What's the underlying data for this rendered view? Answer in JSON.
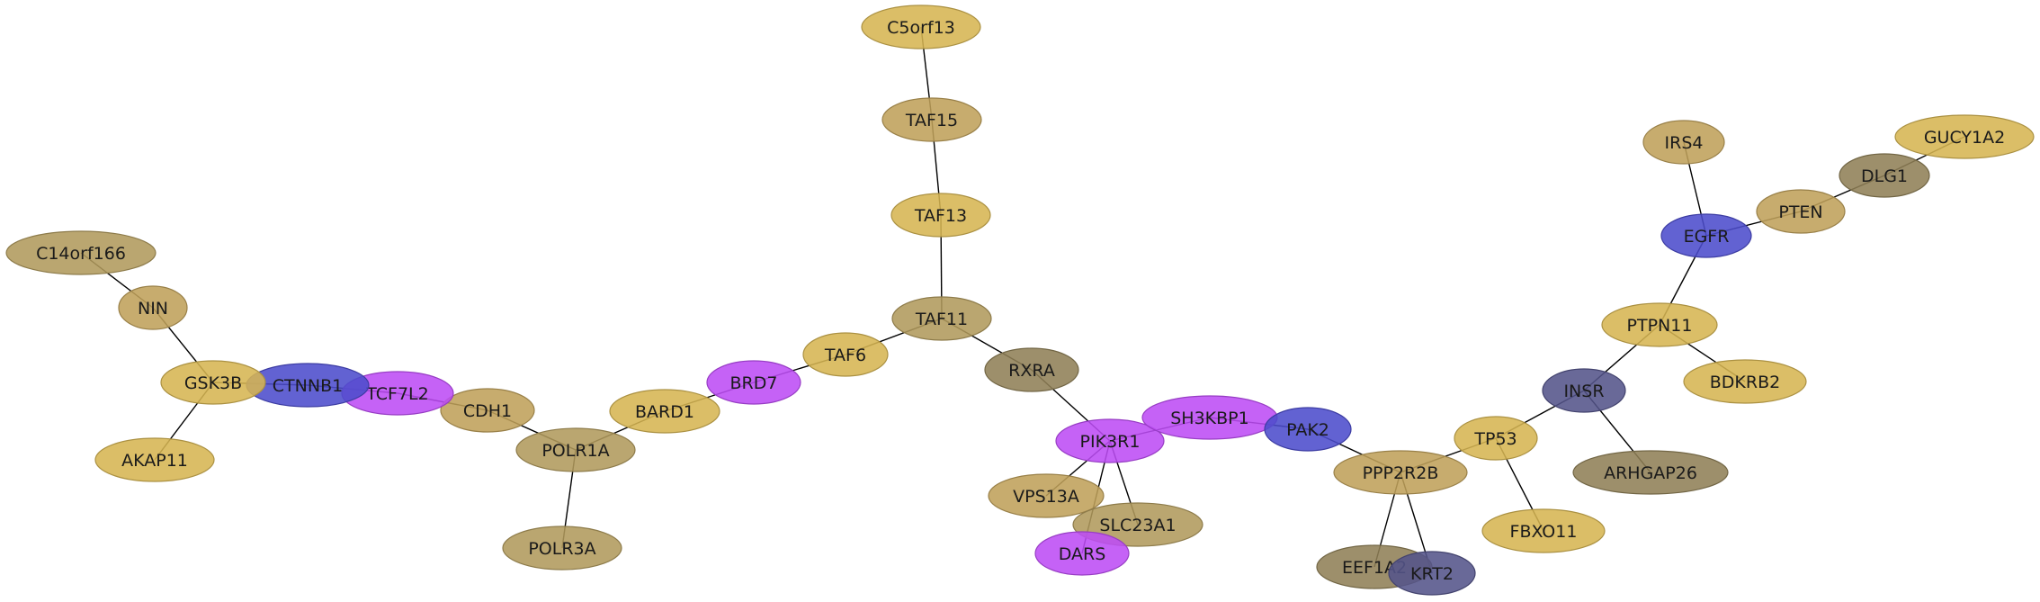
{
  "diagram": {
    "type": "network",
    "colors": {
      "gold": "#d6b552",
      "tan": "#bfa05a",
      "khaki": "#b09a5c",
      "olive": "#8f7f56",
      "blue": "#4c4ccc",
      "slate": "#54548a",
      "purple": "#bd4cf5"
    },
    "nodes": [
      {
        "id": "C5orf13",
        "label": "C5orf13",
        "color": "gold"
      },
      {
        "id": "TAF15",
        "label": "TAF15",
        "color": "tan"
      },
      {
        "id": "TAF13",
        "label": "TAF13",
        "color": "gold"
      },
      {
        "id": "TAF11",
        "label": "TAF11",
        "color": "khaki"
      },
      {
        "id": "TAF6",
        "label": "TAF6",
        "color": "gold"
      },
      {
        "id": "BRD7",
        "label": "BRD7",
        "color": "purple"
      },
      {
        "id": "BARD1",
        "label": "BARD1",
        "color": "gold"
      },
      {
        "id": "POLR1A",
        "label": "POLR1A",
        "color": "khaki"
      },
      {
        "id": "POLR3A",
        "label": "POLR3A",
        "color": "khaki"
      },
      {
        "id": "CDH1",
        "label": "CDH1",
        "color": "tan"
      },
      {
        "id": "TCF7L2",
        "label": "TCF7L2",
        "color": "purple"
      },
      {
        "id": "CTNNB1",
        "label": "CTNNB1",
        "color": "blue"
      },
      {
        "id": "GSK3B",
        "label": "GSK3B",
        "color": "gold"
      },
      {
        "id": "AKAP11",
        "label": "AKAP11",
        "color": "gold"
      },
      {
        "id": "NIN",
        "label": "NIN",
        "color": "tan"
      },
      {
        "id": "C14orf166",
        "label": "C14orf166",
        "color": "khaki"
      },
      {
        "id": "RXRA",
        "label": "RXRA",
        "color": "olive"
      },
      {
        "id": "PIK3R1",
        "label": "PIK3R1",
        "color": "purple"
      },
      {
        "id": "VPS13A",
        "label": "VPS13A",
        "color": "tan"
      },
      {
        "id": "SLC23A1",
        "label": "SLC23A1",
        "color": "khaki"
      },
      {
        "id": "DARS",
        "label": "DARS",
        "color": "purple"
      },
      {
        "id": "SH3KBP1",
        "label": "SH3KBP1",
        "color": "purple"
      },
      {
        "id": "PAK2",
        "label": "PAK2",
        "color": "blue"
      },
      {
        "id": "PPP2R2B",
        "label": "PPP2R2B",
        "color": "tan"
      },
      {
        "id": "EEF1A2",
        "label": "EEF1A2",
        "color": "olive"
      },
      {
        "id": "KRT2",
        "label": "KRT2",
        "color": "slate"
      },
      {
        "id": "TP53",
        "label": "TP53",
        "color": "gold"
      },
      {
        "id": "FBXO11",
        "label": "FBXO11",
        "color": "gold"
      },
      {
        "id": "INSR",
        "label": "INSR",
        "color": "slate"
      },
      {
        "id": "ARHGAP26",
        "label": "ARHGAP26",
        "color": "olive"
      },
      {
        "id": "PTPN11",
        "label": "PTPN11",
        "color": "gold"
      },
      {
        "id": "BDKRB2",
        "label": "BDKRB2",
        "color": "gold"
      },
      {
        "id": "EGFR",
        "label": "EGFR",
        "color": "blue"
      },
      {
        "id": "IRS4",
        "label": "IRS4",
        "color": "tan"
      },
      {
        "id": "PTEN",
        "label": "PTEN",
        "color": "tan"
      },
      {
        "id": "DLG1",
        "label": "DLG1",
        "color": "olive"
      },
      {
        "id": "GUCY1A2",
        "label": "GUCY1A2",
        "color": "gold"
      }
    ],
    "edges": [
      [
        "C5orf13",
        "TAF15"
      ],
      [
        "TAF15",
        "TAF13"
      ],
      [
        "TAF13",
        "TAF11"
      ],
      [
        "TAF11",
        "TAF6"
      ],
      [
        "TAF11",
        "RXRA"
      ],
      [
        "TAF6",
        "BRD7"
      ],
      [
        "BRD7",
        "BARD1"
      ],
      [
        "BARD1",
        "POLR1A"
      ],
      [
        "POLR1A",
        "CDH1"
      ],
      [
        "POLR1A",
        "POLR3A"
      ],
      [
        "CDH1",
        "TCF7L2"
      ],
      [
        "TCF7L2",
        "CTNNB1"
      ],
      [
        "CTNNB1",
        "GSK3B"
      ],
      [
        "GSK3B",
        "NIN"
      ],
      [
        "GSK3B",
        "AKAP11"
      ],
      [
        "NIN",
        "C14orf166"
      ],
      [
        "RXRA",
        "PIK3R1"
      ],
      [
        "PIK3R1",
        "VPS13A"
      ],
      [
        "PIK3R1",
        "SLC23A1"
      ],
      [
        "PIK3R1",
        "DARS"
      ],
      [
        "PIK3R1",
        "SH3KBP1"
      ],
      [
        "SH3KBP1",
        "PAK2"
      ],
      [
        "PAK2",
        "PPP2R2B"
      ],
      [
        "PPP2R2B",
        "EEF1A2"
      ],
      [
        "PPP2R2B",
        "KRT2"
      ],
      [
        "PPP2R2B",
        "TP53"
      ],
      [
        "TP53",
        "FBXO11"
      ],
      [
        "TP53",
        "INSR"
      ],
      [
        "INSR",
        "ARHGAP26"
      ],
      [
        "INSR",
        "PTPN11"
      ],
      [
        "PTPN11",
        "BDKRB2"
      ],
      [
        "PTPN11",
        "EGFR"
      ],
      [
        "EGFR",
        "IRS4"
      ],
      [
        "EGFR",
        "PTEN"
      ],
      [
        "PTEN",
        "DLG1"
      ],
      [
        "DLG1",
        "GUCY1A2"
      ]
    ]
  }
}
